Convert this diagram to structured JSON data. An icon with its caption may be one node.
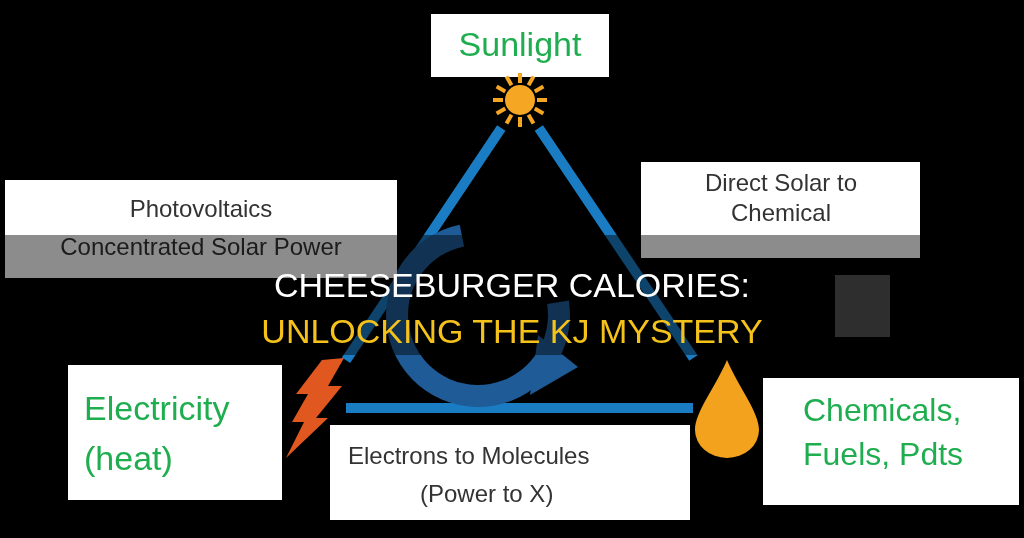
{
  "diagram": {
    "title": "CHEESEBURGER CALORIES: UNLOCKING THE KJ MYSTERY",
    "nodes": [
      {
        "text": [
          "Sunlight"
        ]
      },
      {
        "text": [
          "Photovoltaics",
          "Concentrated Solar Power"
        ]
      },
      {
        "text": [
          "Direct Solar to Chemical"
        ]
      },
      {
        "text": [
          "Electricity (heat)"
        ]
      },
      {
        "text": [
          "Chemicals, Fuels, Pdts"
        ]
      },
      {
        "text": [
          "Electrons to Molecules",
          "(Power to X)"
        ]
      },
      {
        "text": [],
        "shape": "picture"
      },
      {
        "text": [],
        "shape": "picture"
      },
      {
        "text": [],
        "shape": "picture"
      }
    ],
    "edges": [
      {
        "from": 6,
        "to": 7,
        "arrow": "none"
      },
      {
        "from": 6,
        "to": 8,
        "arrow": "none"
      },
      {
        "from": 7,
        "to": 8,
        "arrow": "none"
      }
    ]
  }
}
